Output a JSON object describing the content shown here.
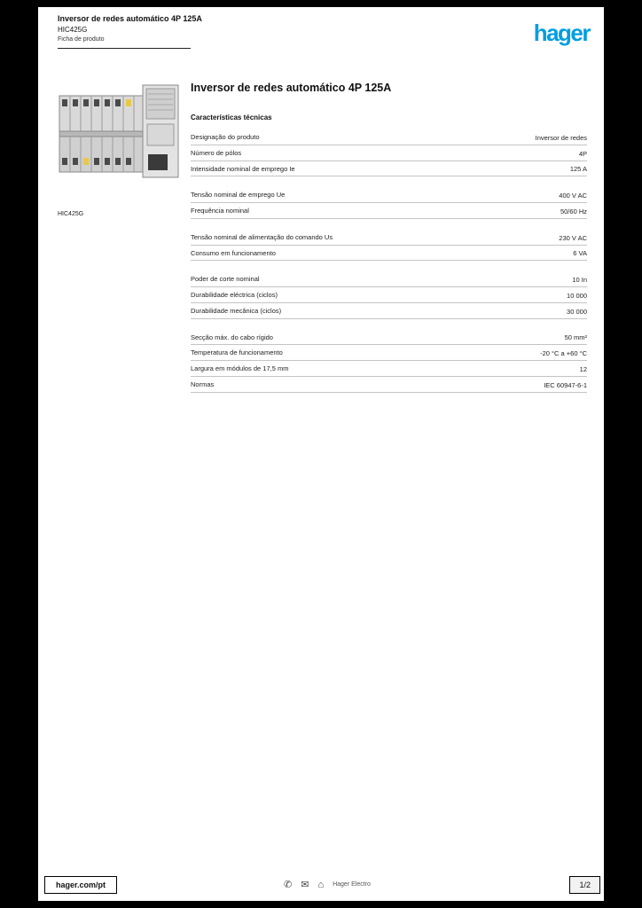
{
  "colors": {
    "brand": "#009ee0",
    "canvas_bg": "#000000",
    "page_bg": "#ffffff",
    "text": "#111111",
    "rule": "#c4c4c4"
  },
  "header": {
    "line1": "Inversor de redes automático 4P 125A",
    "line2": "HIC425G",
    "line3": "Ficha de produto"
  },
  "logo": {
    "text": "hager"
  },
  "product": {
    "caption": "HIC425G",
    "title": "Inversor de redes automático 4P 125A",
    "subtitle": "Características técnicas"
  },
  "specs": {
    "groups": [
      {
        "rows": [
          {
            "label": "Designação do produto",
            "value": "Inversor de redes"
          },
          {
            "label": "Número de pólos",
            "value": "4P"
          },
          {
            "label": "Intensidade nominal de emprego Ie",
            "value": "125 A"
          }
        ]
      },
      {
        "rows": [
          {
            "label": "Tensão nominal de emprego Ue",
            "value": "400 V AC"
          },
          {
            "label": "Frequência nominal",
            "value": "50/60 Hz"
          }
        ]
      },
      {
        "rows": [
          {
            "label": "Tensão nominal de alimentação do comando Us",
            "value": "230 V AC"
          },
          {
            "label": "Consumo em funcionamento",
            "value": "6 VA"
          }
        ]
      },
      {
        "rows": [
          {
            "label": "Poder de corte nominal",
            "value": "10 In"
          },
          {
            "label": "Durabilidade eléctrica (ciclos)",
            "value": "10 000"
          },
          {
            "label": "Durabilidade mecânica (ciclos)",
            "value": "30 000"
          }
        ]
      },
      {
        "rows": [
          {
            "label": "Secção máx. do cabo rígido",
            "value": "50 mm²"
          },
          {
            "label": "Temperatura de funcionamento",
            "value": "-20 °C a +60 °C"
          },
          {
            "label": "Largura em módulos de 17,5 mm",
            "value": "12"
          },
          {
            "label": "Normas",
            "value": "IEC 60947-6-1"
          }
        ]
      }
    ]
  },
  "footer": {
    "site": "hager.com/pt",
    "icons": [
      {
        "name": "phone-icon",
        "glyph": "✆"
      },
      {
        "name": "mail-icon",
        "glyph": "✉"
      },
      {
        "name": "home-icon",
        "glyph": "⌂"
      }
    ],
    "note": "Hager Electro",
    "page": "1/2"
  }
}
